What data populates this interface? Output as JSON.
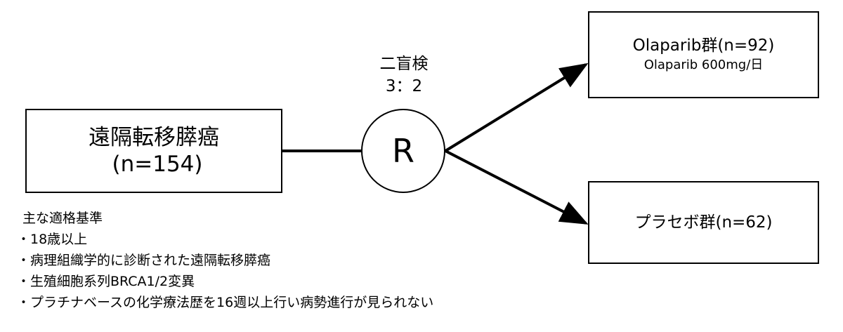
{
  "source": {
    "title": "遠隔転移膵癌",
    "count": "(n=154)"
  },
  "randomization": {
    "symbol": "R",
    "blinding": "二盲検",
    "ratio": "3：2"
  },
  "arms": [
    {
      "label": "Olaparib群(n=92)",
      "dose": "Olaparib 600mg/日"
    },
    {
      "label": "プラセボ群(n=62)"
    }
  ],
  "criteria": {
    "title": "主な適格基準",
    "items": [
      "・18歳以上",
      "・病理組織学的に診断された遠隔転移膵癌",
      "・生殖細胞系列BRCA1/2変異",
      "・プラチナベースの化学療法歴を16週以上行い病勢進行が見られない"
    ]
  },
  "colors": {
    "stroke": "#000000",
    "background": "#ffffff"
  }
}
